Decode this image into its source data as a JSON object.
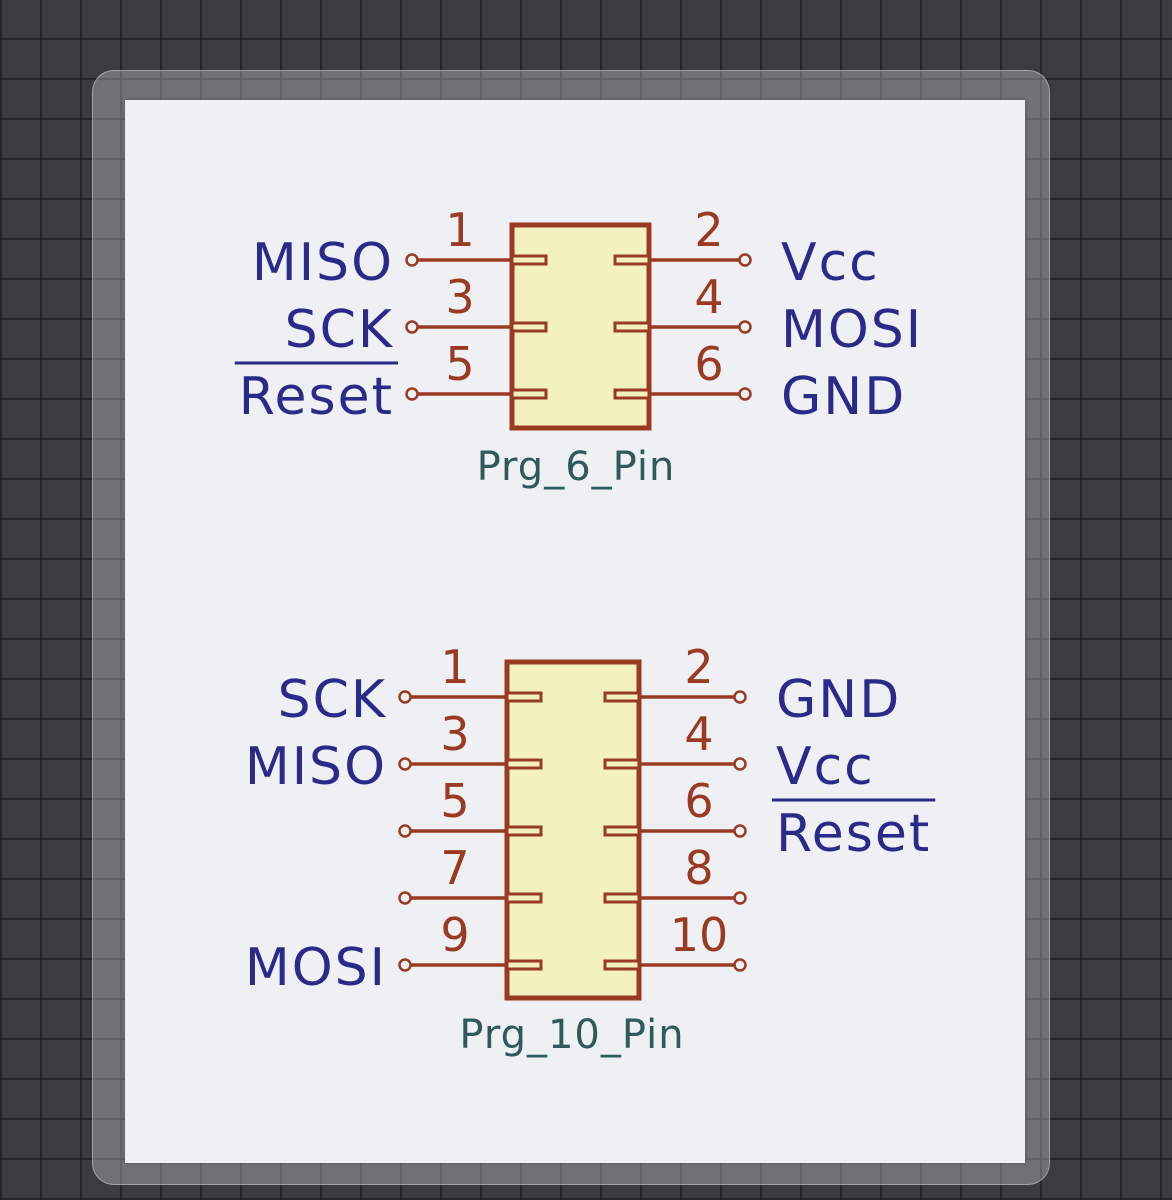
{
  "colors": {
    "outline": "#9a3a22",
    "body_fill": "#f3f1bd",
    "signal_text": "#2b2a8a",
    "reference_text": "#2f5a5c",
    "paper": "#eef0f4"
  },
  "connectors": [
    {
      "name": "Prg_6_Pin",
      "pins": [
        {
          "num": "1",
          "signal": "MISO",
          "side": "left",
          "overbar": false
        },
        {
          "num": "2",
          "signal": "Vcc",
          "side": "right",
          "overbar": false
        },
        {
          "num": "3",
          "signal": "SCK",
          "side": "left",
          "overbar": false
        },
        {
          "num": "4",
          "signal": "MOSI",
          "side": "right",
          "overbar": false
        },
        {
          "num": "5",
          "signal": "Reset",
          "side": "left",
          "overbar": true
        },
        {
          "num": "6",
          "signal": "GND",
          "side": "right",
          "overbar": false
        }
      ]
    },
    {
      "name": "Prg_10_Pin",
      "pins": [
        {
          "num": "1",
          "signal": "SCK",
          "side": "left",
          "overbar": false
        },
        {
          "num": "2",
          "signal": "GND",
          "side": "right",
          "overbar": false
        },
        {
          "num": "3",
          "signal": "MISO",
          "side": "left",
          "overbar": false
        },
        {
          "num": "4",
          "signal": "Vcc",
          "side": "right",
          "overbar": false
        },
        {
          "num": "5",
          "signal": "",
          "side": "left",
          "overbar": false
        },
        {
          "num": "6",
          "signal": "Reset",
          "side": "right",
          "overbar": true
        },
        {
          "num": "7",
          "signal": "",
          "side": "left",
          "overbar": false
        },
        {
          "num": "8",
          "signal": "",
          "side": "right",
          "overbar": false
        },
        {
          "num": "9",
          "signal": "MOSI",
          "side": "left",
          "overbar": false
        },
        {
          "num": "10",
          "signal": "",
          "side": "right",
          "overbar": false
        }
      ]
    }
  ]
}
